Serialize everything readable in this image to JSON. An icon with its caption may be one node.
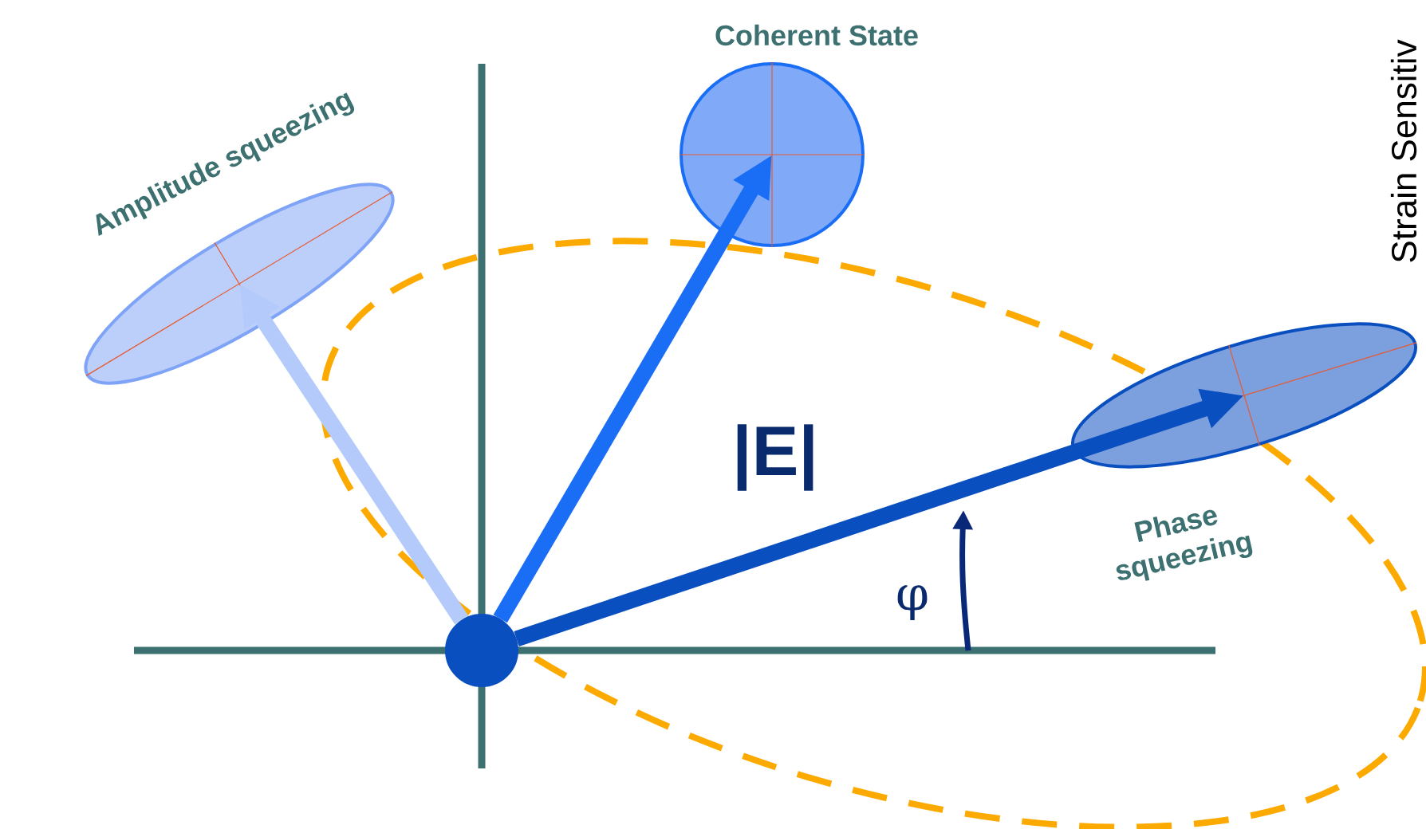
{
  "diagram": {
    "nodes": [
      {
        "text": [],
        "shape": "circle"
      },
      {
        "text": [
          "Amplitude squeezing"
        ]
      },
      {
        "text": [
          "Coherent State"
        ]
      },
      {
        "text": [
          "Phase squeezing"
        ]
      }
    ],
    "edges": [
      {
        "from": 0,
        "to": 1,
        "arrow": "to",
        "color": "#b3cafb"
      },
      {
        "from": 0,
        "to": 2,
        "arrow": "to",
        "color": "#1a6ef5"
      },
      {
        "from": 0,
        "to": 3,
        "arrow": "to",
        "color": "#0a4fc0"
      }
    ],
    "labels": [
      "|E|",
      "φ",
      "Strain Sensitiv"
    ]
  }
}
